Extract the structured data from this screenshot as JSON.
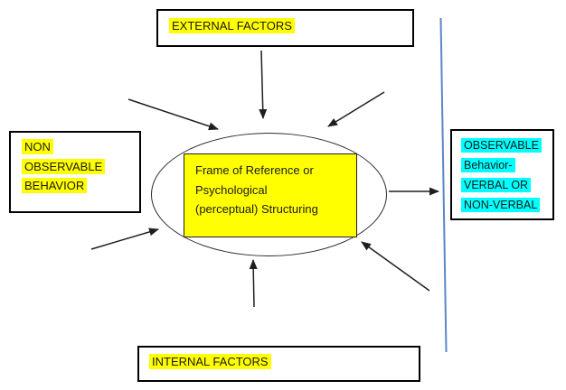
{
  "diagram": {
    "external_box": {
      "label": "EXTERNAL FACTORS"
    },
    "internal_box": {
      "label": "INTERNAL FACTORS"
    },
    "left_box": {
      "lines": [
        "NON",
        "OBSERVABLE",
        "BEHAVIOR"
      ]
    },
    "right_box": {
      "lines": [
        "OBSERVABLE",
        "Behavior-",
        "VERBAL OR",
        "NON-VERBAL"
      ]
    },
    "center_box": {
      "lines": [
        "Frame of Reference or",
        "Psychological",
        "(perceptual) Structuring"
      ]
    },
    "colors": {
      "highlight_yellow": "#FFFF00",
      "highlight_cyan": "#00FFFF",
      "center_box_fill": "#FFFF00",
      "divider_blue": "#5B87C5",
      "line_black": "#1F1F1F"
    }
  }
}
